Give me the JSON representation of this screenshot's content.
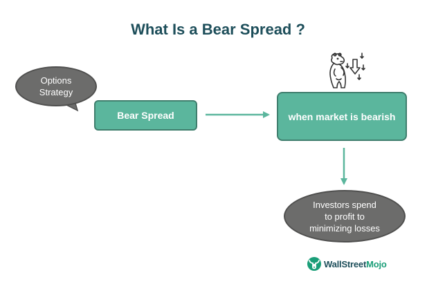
{
  "title": "What Is a Bear Spread ?",
  "bubble": {
    "line1": "Options",
    "line2": "Strategy"
  },
  "nodes": {
    "bear_spread": "Bear Spread",
    "market": "when market is bearish",
    "outcome_line1": "Investors spend",
    "outcome_line2": "to profit to",
    "outcome_line3": "minimizing losses"
  },
  "logo": {
    "part1": "WallStreet",
    "part2": "Mojo"
  },
  "icons": {
    "bear": "bear-icon",
    "down_arrows": "down-arrows-icon",
    "logo_mark": "bull-logo-icon"
  },
  "colors": {
    "title": "#1d4e5a",
    "node_fill": "#5bb69d",
    "node_border": "#3f7e6d",
    "bubble_fill": "#6c6c6b",
    "arrow": "#5bb69d"
  }
}
